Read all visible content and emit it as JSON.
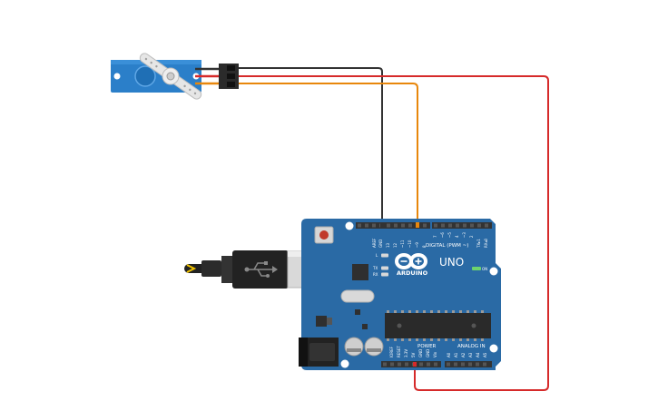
{
  "board": {
    "model": "UNO",
    "brand": "ARDUINO",
    "on_label": "ON",
    "digital_header": "DIGITAL (PWM ~)",
    "analog_header": "ANALOG IN",
    "power_header": "POWER",
    "led_l": "L",
    "led_tx": "TX",
    "led_rx": "RX",
    "digital_pins": [
      "AREF",
      "GND",
      "13",
      "12",
      "~11",
      "~10",
      "~9",
      "8",
      "7",
      "~6",
      "~5",
      "4",
      "~3",
      "2",
      "TX▸1",
      "RX◂0"
    ],
    "power_pins": [
      "IOREF",
      "RESET",
      "3.3V",
      "5V",
      "GND",
      "GND",
      "Vin"
    ],
    "analog_pins": [
      "A0",
      "A1",
      "A2",
      "A3",
      "A4",
      "A5"
    ]
  },
  "colors": {
    "board": "#2a6aa5",
    "header": "#333333",
    "wire_black": "#333333",
    "wire_orange": "#e8870c",
    "wire_red": "#d62a2a",
    "servo_body": "#2b7fc9",
    "usb_plug": "#222222"
  },
  "icons": {
    "usb": "usb-icon",
    "arduino_logo": "arduino-infinity-logo"
  }
}
